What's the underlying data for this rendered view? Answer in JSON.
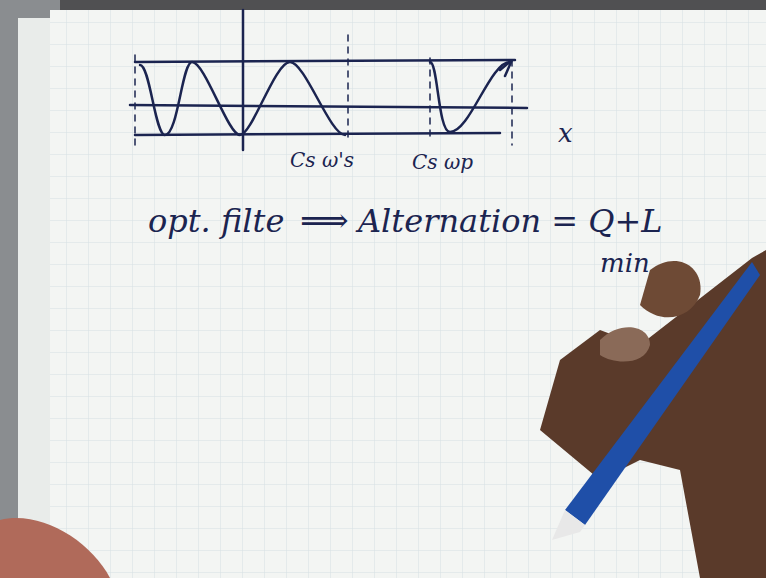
{
  "diagram": {
    "labels": [
      "Cs ω's",
      "Cs ωp",
      "x",
      "opt. filte",
      "⟹",
      "Alternation = Q+L",
      "min"
    ]
  }
}
